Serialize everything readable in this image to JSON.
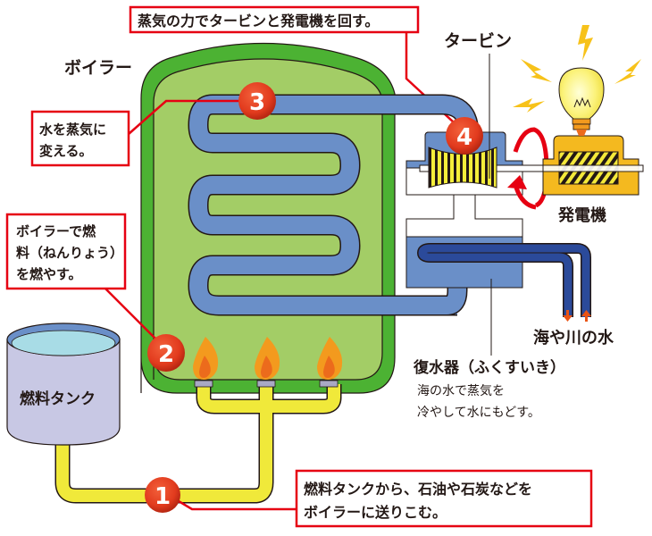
{
  "title_callout": "蒸気の力でタービンと発電機を回す。",
  "labels": {
    "boiler": "ボイラー",
    "turbine": "タービン",
    "generator": "発電機",
    "fuel_tank": "燃料タンク",
    "sea_river_water": "海や川の水",
    "condenser_title": "復水器（ふくすいき）",
    "condenser_desc_line1": "海の水で蒸気を",
    "condenser_desc_line2": "冷やして水にもどす。"
  },
  "callouts": {
    "step3_line1": "水を蒸気に",
    "step3_line2": "変える。",
    "step2_line1": "ボイラーで燃",
    "step2_line2": "料（ねんりょう）",
    "step2_line3": "を燃やす。",
    "step1_line1": "燃料タンクから、石油や石炭などを",
    "step1_line2": "ボイラーに送りこむ。"
  },
  "steps": [
    "1",
    "2",
    "3",
    "4"
  ],
  "colors": {
    "callout_border": "#e60012",
    "boiler_outer": "#4cb233",
    "boiler_inner": "#a3cd66",
    "steam_pipe": "#6a8fc8",
    "cold_water_pipe": "#2b4a9a",
    "fuel_pipe": "#f0e93a",
    "flame_outer": "#f39a1e",
    "flame_inner": "#ec6b1c",
    "badge": "#e23b1e",
    "generator": "#f4b91f",
    "tank_body": "#c8c8e4",
    "tank_water": "#a8dce6",
    "lightning": "#f7c21a"
  }
}
